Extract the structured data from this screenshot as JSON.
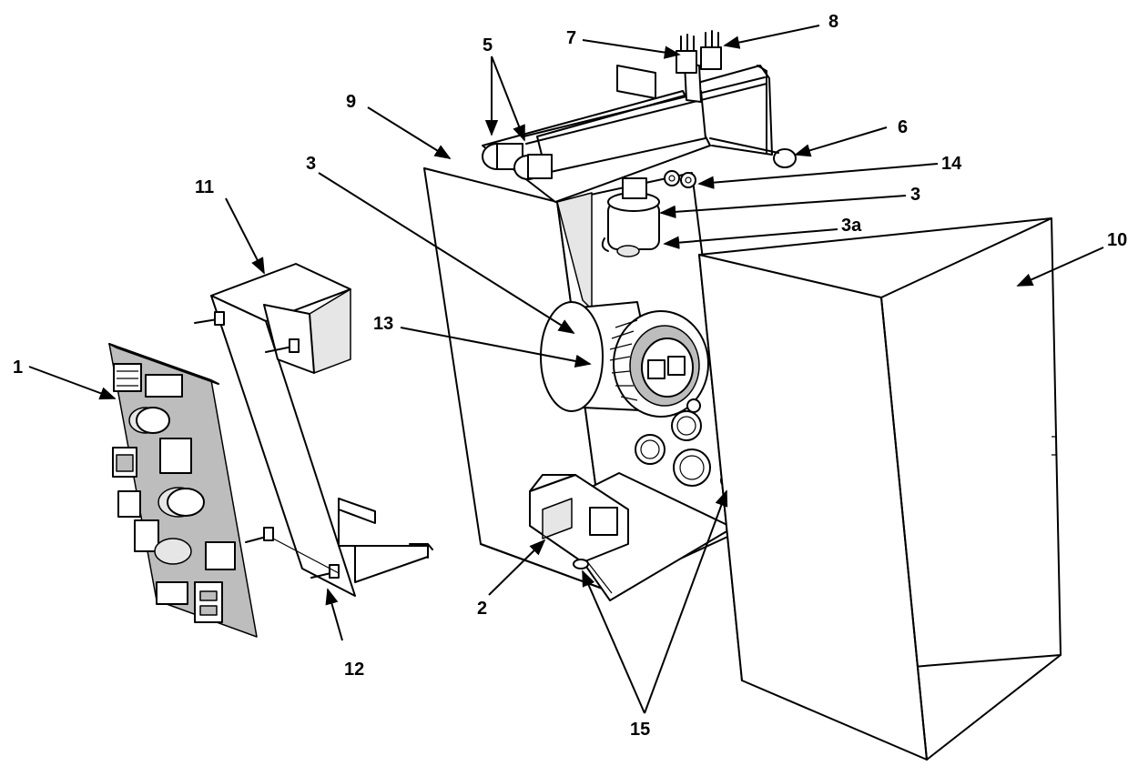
{
  "diagram": {
    "labels": {
      "l1": "1",
      "l2": "2",
      "l3_upper": "3",
      "l3_right": "3",
      "l3a": "3a",
      "l5": "5",
      "l6": "6",
      "l7": "7",
      "l8": "8",
      "l9": "9",
      "l10": "10",
      "l11": "11",
      "l12": "12",
      "l13": "13",
      "l14": "14",
      "l15": "15"
    }
  }
}
